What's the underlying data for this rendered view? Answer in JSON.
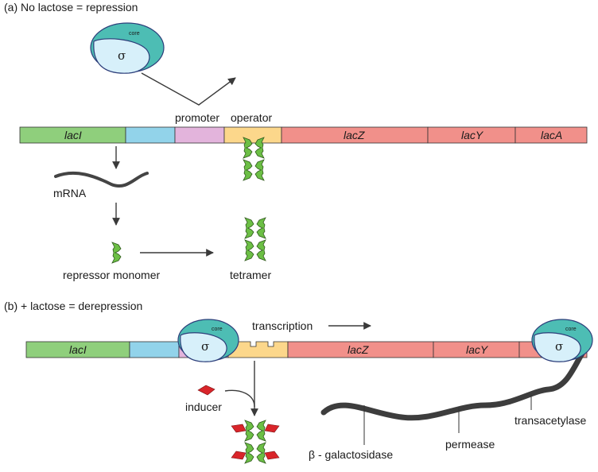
{
  "panel_a": {
    "title": "(a) No lactose = repression",
    "promoter_label": "promoter",
    "operator_label": "operator",
    "genes": {
      "lacI": "lacI",
      "lacZ": "lacZ",
      "lacY": "lacY",
      "lacA": "lacA"
    },
    "mrna_label": "mRNA",
    "monomer_label": "repressor monomer",
    "tetramer_label": "tetramer"
  },
  "panel_b": {
    "title": "(b) + lactose = derepression",
    "transcription_label": "transcription",
    "genes": {
      "lacI": "lacI",
      "lacZ": "lacZ",
      "lacY": "lacY"
    },
    "inducer_label": "inducer",
    "beta_gal_label": "β - galactosidase",
    "permease_label": "permease",
    "transacetylase_label": "transacetylase"
  },
  "polymerase": {
    "core_label": "core",
    "sigma_label": "σ"
  },
  "colors": {
    "lacI": "#8fcf7c",
    "spacer": "#92d3ea",
    "promoter": "#e3b4dc",
    "operator": "#fcd78b",
    "genes": "#f1908a",
    "core": "#4dbdb4",
    "sigma": "#d7f0fa",
    "repressor": "#6cbf45",
    "inducer": "#d9252a"
  }
}
